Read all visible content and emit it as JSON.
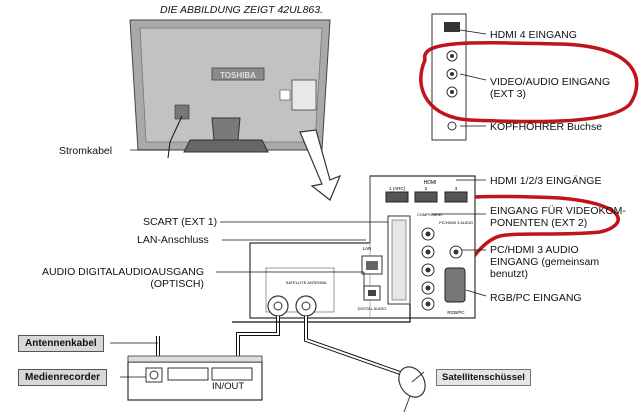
{
  "caption": "DIE ABBILDUNG ZEIGT 42UL863.",
  "tv_brand": "TOSHIBA",
  "labels": {
    "stromkabel": "Stromkabel",
    "hdmi4": "HDMI 4 EINGANG",
    "video_audio": "VIDEO/AUDIO EINGANG\n(EXT 3)",
    "kopfhoerer": "KOPFHÖHRER Buchse",
    "hdmi123": "HDMI 1/2/3 EINGÄNGE",
    "videokomponenten": "EINGANG FÜR VIDEOKOM-\nPONENTEN (EXT 2)",
    "scart": "SCART (EXT 1)",
    "lan": "LAN-Anschluss",
    "audio_digital": "AUDIO DIGITALAUDIOAUSGANG\n(OPTISCH)",
    "pc_hdmi3_audio": "PC/HDMI 3 AUDIO\nEINGANG (gemeinsam\nbenutzt)",
    "rgb_pc": "RGB/PC EINGANG",
    "antennenkabel": "Antennenkabel",
    "medienrecorder": "Medienrecorder",
    "in_out": "IN/OUT",
    "satellitenschuessel": "Satellitenschüssel"
  },
  "panel_text": {
    "hdmi_header": "HDMI",
    "hdmi_1": "1 (ARC)",
    "hdmi_2": "2",
    "hdmi_3": "3",
    "lan_small": "LAN",
    "digital_audio_small": "DIGITAL AUDIO",
    "rgb_pc_small": "RGB/PC",
    "satellite_small": "SATELLITE ANTENNA",
    "component_small": "COMPONENT",
    "pc_hdmi3_small": "PC/HDMI 3 AUDIO"
  },
  "colors": {
    "annotation_red": "#c0141b",
    "tv_body": "#b5b5b5",
    "tv_dark": "#6e6e6e",
    "panel_fill": "#ffffff",
    "box_fill": "#d8d8d8"
  }
}
